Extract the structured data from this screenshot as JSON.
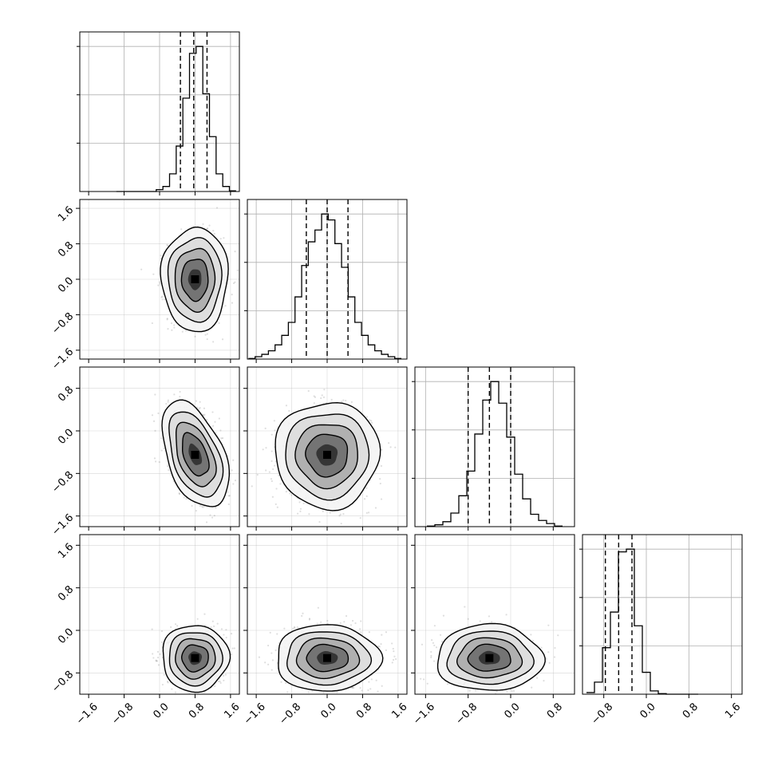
{
  "chart_data": [
    {
      "type": "histogram",
      "panel": "hist-1",
      "row": 0,
      "col": 0,
      "xlim": [
        -1.8,
        1.8
      ],
      "x": [
        -0.9,
        -0.75,
        -0.6,
        -0.45,
        -0.3,
        -0.15,
        0.0,
        0.15,
        0.3,
        0.45,
        0.6,
        0.75,
        0.9,
        1.05,
        1.2,
        1.35,
        1.5,
        1.65
      ],
      "counts": [
        0,
        0,
        0,
        0,
        0,
        0,
        3,
        8,
        28,
        72,
        148,
        219,
        230,
        155,
        87,
        28,
        8,
        1
      ],
      "quantiles": [
        0.47,
        0.77,
        1.07
      ],
      "grid": true
    },
    {
      "type": "histogram",
      "panel": "hist-2",
      "row": 1,
      "col": 1,
      "xlim": [
        -1.8,
        1.8
      ],
      "x": [
        -1.7,
        -1.55,
        -1.4,
        -1.25,
        -1.1,
        -0.95,
        -0.8,
        -0.65,
        -0.5,
        -0.35,
        -0.2,
        -0.05,
        0.1,
        0.25,
        0.4,
        0.55,
        0.7,
        0.85,
        1.0,
        1.15,
        1.3,
        1.45,
        1.6
      ],
      "counts": [
        1,
        4,
        8,
        14,
        24,
        40,
        62,
        105,
        158,
        198,
        218,
        245,
        235,
        195,
        155,
        105,
        62,
        40,
        24,
        14,
        8,
        4,
        1
      ],
      "quantiles": [
        -0.47,
        0.0,
        0.47
      ],
      "grid": true
    },
    {
      "type": "histogram",
      "panel": "hist-3",
      "row": 2,
      "col": 2,
      "xlim": [
        -1.8,
        1.2
      ],
      "x": [
        -1.5,
        -1.35,
        -1.2,
        -1.05,
        -0.9,
        -0.75,
        -0.6,
        -0.45,
        -0.3,
        -0.15,
        0.0,
        0.15,
        0.3,
        0.45,
        0.6,
        0.75,
        0.9
      ],
      "counts": [
        1,
        3,
        8,
        22,
        50,
        90,
        150,
        205,
        235,
        200,
        145,
        85,
        45,
        20,
        10,
        5,
        1
      ],
      "quantiles": [
        -0.8,
        -0.4,
        0.0
      ],
      "grid": true
    },
    {
      "type": "histogram",
      "panel": "hist-4",
      "row": 3,
      "col": 3,
      "xlim": [
        -1.2,
        1.8
      ],
      "x": [
        -1.05,
        -0.9,
        -0.75,
        -0.6,
        -0.45,
        -0.3,
        -0.15,
        0.0,
        0.15,
        0.3,
        0.45,
        0.6,
        0.75,
        0.9
      ],
      "counts": [
        3,
        22,
        85,
        150,
        260,
        265,
        125,
        40,
        6,
        1,
        0,
        0,
        0,
        0
      ],
      "quantiles": [
        -0.77,
        -0.52,
        -0.27
      ],
      "grid": true
    },
    {
      "type": "scatter",
      "panel": "contour-1-0",
      "row": 1,
      "col": 0,
      "xlim": [
        -1.8,
        1.8
      ],
      "ylim": [
        -1.8,
        1.8
      ],
      "center": [
        0.8,
        0.0
      ],
      "sigma": [
        0.3,
        0.47
      ],
      "rho": 0.0
    },
    {
      "type": "scatter",
      "panel": "contour-2-0",
      "row": 2,
      "col": 0,
      "xlim": [
        -1.8,
        1.8
      ],
      "ylim": [
        -1.8,
        1.2
      ],
      "center": [
        0.8,
        -0.45
      ],
      "sigma": [
        0.3,
        0.4
      ],
      "rho": -0.45
    },
    {
      "type": "scatter",
      "panel": "contour-2-1",
      "row": 2,
      "col": 1,
      "xlim": [
        -1.8,
        1.8
      ],
      "ylim": [
        -1.8,
        1.2
      ],
      "center": [
        0.0,
        -0.45
      ],
      "sigma": [
        0.47,
        0.4
      ],
      "rho": 0.0
    },
    {
      "type": "scatter",
      "panel": "contour-3-0",
      "row": 3,
      "col": 0,
      "xlim": [
        -1.8,
        1.8
      ],
      "ylim": [
        -1.2,
        1.8
      ],
      "center": [
        0.8,
        -0.52
      ],
      "sigma": [
        0.3,
        0.25
      ],
      "rho": 0.0
    },
    {
      "type": "scatter",
      "panel": "contour-3-1",
      "row": 3,
      "col": 1,
      "xlim": [
        -1.8,
        1.8
      ],
      "ylim": [
        -1.2,
        1.8
      ],
      "center": [
        0.0,
        -0.52
      ],
      "sigma": [
        0.47,
        0.25
      ],
      "rho": 0.0
    },
    {
      "type": "scatter",
      "panel": "contour-3-2",
      "row": 3,
      "col": 2,
      "xlim": [
        -1.8,
        1.2
      ],
      "ylim": [
        -1.2,
        1.8
      ],
      "center": [
        -0.4,
        -0.52
      ],
      "sigma": [
        0.4,
        0.25
      ],
      "rho": 0.0
    }
  ],
  "axes": {
    "row_yticks": [
      [],
      [
        "1.6",
        "0.8",
        "0.0",
        "−0.8",
        "−1.6"
      ],
      [
        "0.8",
        "0.0",
        "−0.8",
        "−1.6"
      ],
      [
        "1.6",
        "0.8",
        "0.0",
        "−0.8"
      ]
    ],
    "col_xticks": [
      [
        "−1.6",
        "−0.8",
        "0.0",
        "0.8",
        "1.6"
      ],
      [
        "−1.6",
        "−0.8",
        "0.0",
        "0.8",
        "1.6"
      ],
      [
        "−1.6",
        "−0.8",
        "0.0",
        "0.8"
      ],
      [
        "−0.8",
        "0.0",
        "0.8",
        "1.6"
      ]
    ]
  },
  "colors": {
    "line": "#000000",
    "grid": "#b0b0b0",
    "point": "#000000"
  }
}
